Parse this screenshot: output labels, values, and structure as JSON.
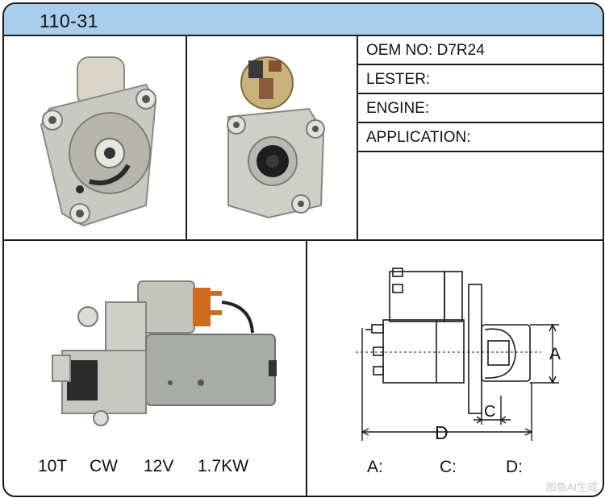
{
  "title": "110-31",
  "info": {
    "oem": "OEM NO: D7R24",
    "lester": "LESTER:",
    "engine": "ENGINE:",
    "application": "APPLICATION:"
  },
  "specs": {
    "teeth": "10T",
    "rotation": "CW",
    "voltage": "12V",
    "power": "1.7KW"
  },
  "dimension_labels": {
    "a": "A:",
    "c": "C:",
    "d": "D:"
  },
  "drawing_letters": {
    "a": "A",
    "c": "C",
    "d": "D"
  },
  "watermark": "图鱼AI生成",
  "colors": {
    "title_bar": "#a9cdeb",
    "border": "#1a1a1a"
  }
}
